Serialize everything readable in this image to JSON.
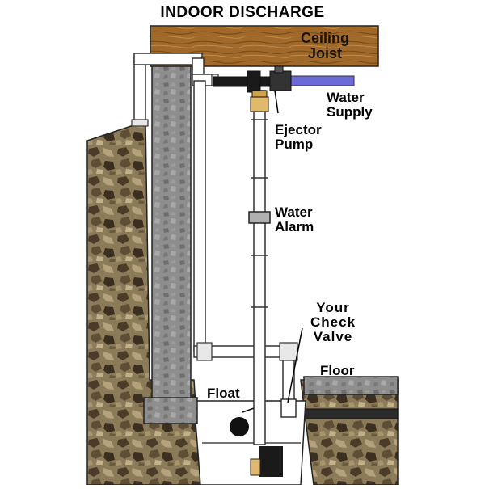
{
  "title": "INDOOR DISCHARGE",
  "labels": {
    "ceiling_joist_line1": "Ceiling",
    "ceiling_joist_line2": "Joist",
    "water_supply_line1": "Water",
    "water_supply_line2": "Supply",
    "ejector_pump_line1": "Ejector",
    "ejector_pump_line2": "Pump",
    "water_alarm_line1": "Water",
    "water_alarm_line2": "Alarm",
    "check_valve_line1": "Your",
    "check_valve_line2": "Check",
    "check_valve_line3": "Valve",
    "floor": "Floor",
    "float": "Float"
  },
  "colors": {
    "joist": "#a0692a",
    "pipe_fill": "#ffffff",
    "pipe_outline": "#333333",
    "supply_pipe": "#6a6ad8",
    "concrete": "#8a8a8a",
    "soil_dark": "#3f3524",
    "soil_light": "#a0916b"
  }
}
